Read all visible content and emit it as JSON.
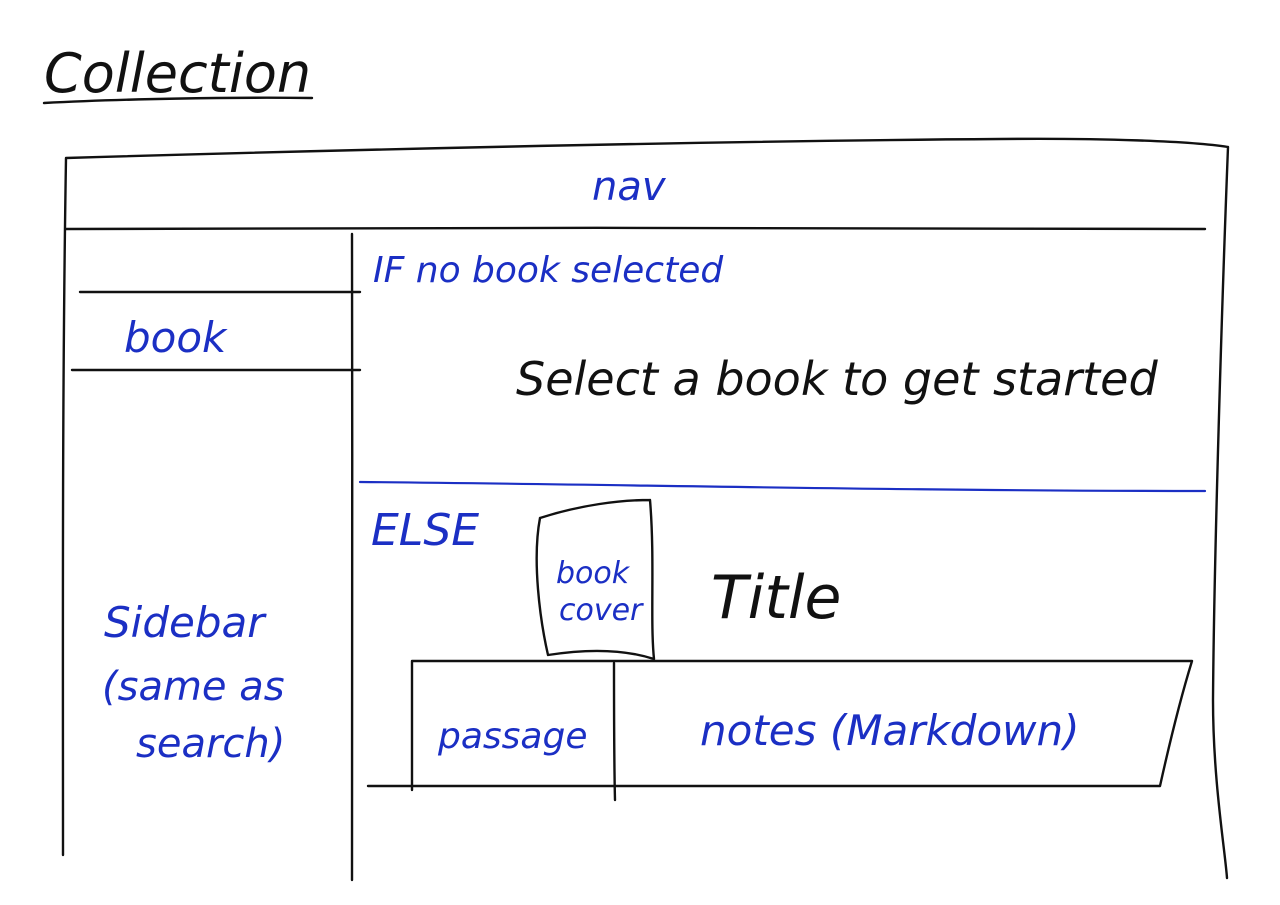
{
  "page_title": "Collection",
  "nav": {
    "label": "nav"
  },
  "sidebar": {
    "book_label": "book",
    "label_lines": [
      "Sidebar",
      "(same as",
      "search)"
    ]
  },
  "main": {
    "if_label": "IF no book selected",
    "empty_message": "Select a book to get started",
    "else_label": "ELSE",
    "book_cover_lines": [
      "book",
      "cover"
    ],
    "title_label": "Title",
    "passage_label": "passage",
    "notes_label": "notes (Markdown)"
  },
  "colors": {
    "ink_black": "#111111",
    "ink_blue": "#1b2fc4",
    "paper": "#ffffff"
  }
}
